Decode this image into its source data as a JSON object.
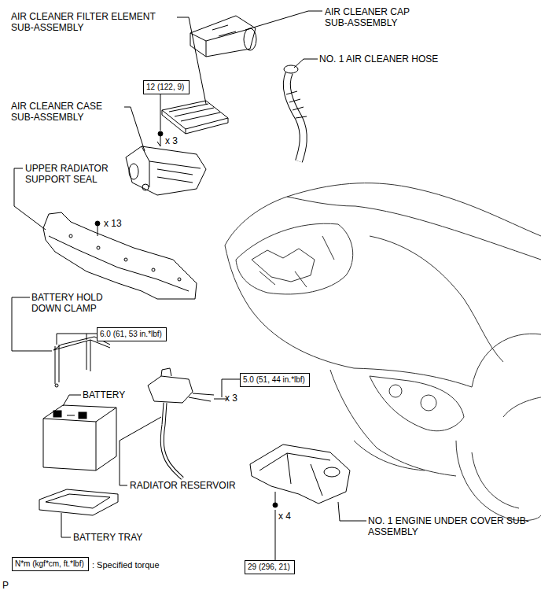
{
  "diagram": {
    "nodes": [
      {
        "text": [
          "12 (122, 9)"
        ]
      },
      {
        "text": [
          "6.0 (61, 53 in.*lbf)"
        ]
      },
      {
        "text": [
          "5.0 (51, 44 in.*lbf)"
        ]
      },
      {
        "text": [
          "29 (296, 21)"
        ]
      },
      {
        "text": [
          "N*m (kgf*cm, ft.*lbf)"
        ]
      }
    ],
    "labels": [
      "AIR CLEANER FILTER ELEMENT SUB-ASSEMBLY",
      "AIR CLEANER CAP SUB-ASSEMBLY",
      "NO. 1 AIR CLEANER HOSE",
      "AIR CLEANER CASE SUB-ASSEMBLY",
      "x 3",
      "UPPER RADIATOR SUPPORT SEAL",
      "x 13",
      "BATTERY HOLD DOWN CLAMP",
      "BATTERY",
      "x 3",
      "RADIATOR RESERVOIR",
      "x 4",
      "NO. 1 ENGINE UNDER COVER SUB-ASSEMBLY",
      "BATTERY TRAY",
      "P"
    ],
    "legend": [
      {
        "text": ": Specified torque"
      }
    ]
  }
}
